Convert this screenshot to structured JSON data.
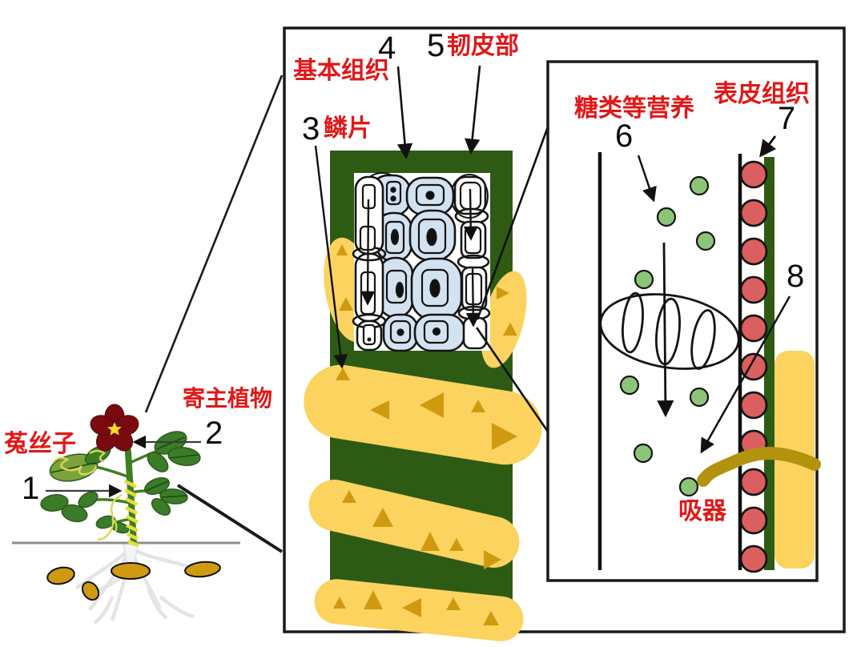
{
  "colors": {
    "label_red": "#e01818",
    "number_black": "#0a0a0a",
    "host_stem_green": "#2e5b13",
    "leaf_green": "#3c7c28",
    "dodder_coil_yellow": "#fbd35e",
    "scale_triangle_brown": "#cf9a10",
    "parenchyma_cell_blue": "#d3e2f1",
    "epidermis_cell_red": "#dc5f5f",
    "sugar_molecule_green": "#8cc579",
    "haustorium_olive": "#b3920e",
    "flower_dark_red": "#780a10",
    "tuber_brown": "#cf9a10"
  },
  "plant": {
    "dodder": "菟丝子",
    "host": "寄主植物",
    "n1": "1",
    "n2": "2"
  },
  "stem_panel": {
    "n3": "3",
    "scales": "鳞片",
    "n4": "4",
    "ground_tissue": "基本组织",
    "n5": "5",
    "phloem": "韧皮部"
  },
  "contact_panel": {
    "nutrients": "糖类等营养",
    "n6": "6",
    "epidermis": "表皮组织",
    "n7": "7",
    "n8": "8",
    "haustorium": "吸器"
  }
}
